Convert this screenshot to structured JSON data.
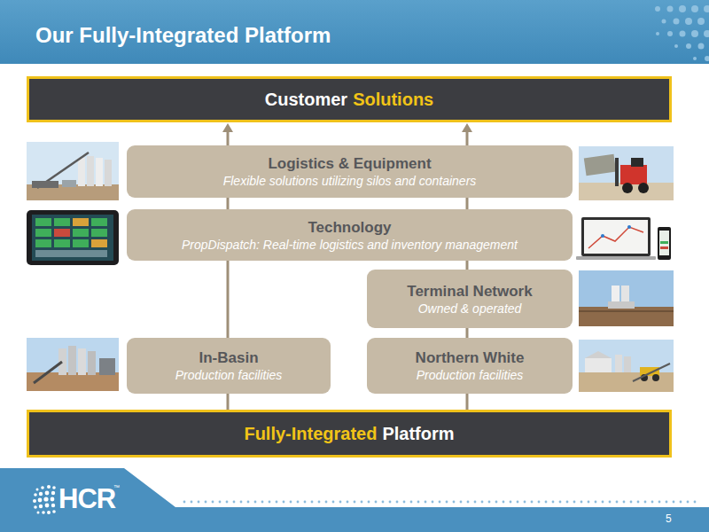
{
  "diagram": {
    "title": "Our Fully-Integrated Platform",
    "nodes": [
      {
        "text": [
          "Customer",
          "Solutions"
        ]
      },
      {
        "text": [
          "Logistics & Equipment",
          "Flexible solutions utilizing silos and containers"
        ]
      },
      {
        "text": [
          "Technology",
          "PropDispatch: Real-time logistics and inventory management"
        ]
      },
      {
        "text": [
          "Terminal Network",
          "Owned & operated"
        ]
      },
      {
        "text": [
          "In-Basin",
          "Production facilities"
        ]
      },
      {
        "text": [
          "Northern White",
          "Production facilities"
        ]
      },
      {
        "text": [
          "Fully-Integrated",
          "Platform"
        ]
      }
    ],
    "edges": [
      {
        "from": 6,
        "to": 4,
        "arrow": "none"
      },
      {
        "from": 4,
        "to": 2,
        "arrow": "none"
      },
      {
        "from": 2,
        "to": 1,
        "arrow": "none"
      },
      {
        "from": 1,
        "to": 0,
        "arrow": "to"
      },
      {
        "from": 6,
        "to": 5,
        "arrow": "none"
      },
      {
        "from": 5,
        "to": 3,
        "arrow": "none"
      },
      {
        "from": 3,
        "to": 2,
        "arrow": "none"
      },
      {
        "from": 2,
        "to": 1,
        "arrow": "none"
      },
      {
        "from": 1,
        "to": 0,
        "arrow": "to"
      }
    ],
    "labels": [
      "HCR",
      "™",
      "5"
    ]
  }
}
